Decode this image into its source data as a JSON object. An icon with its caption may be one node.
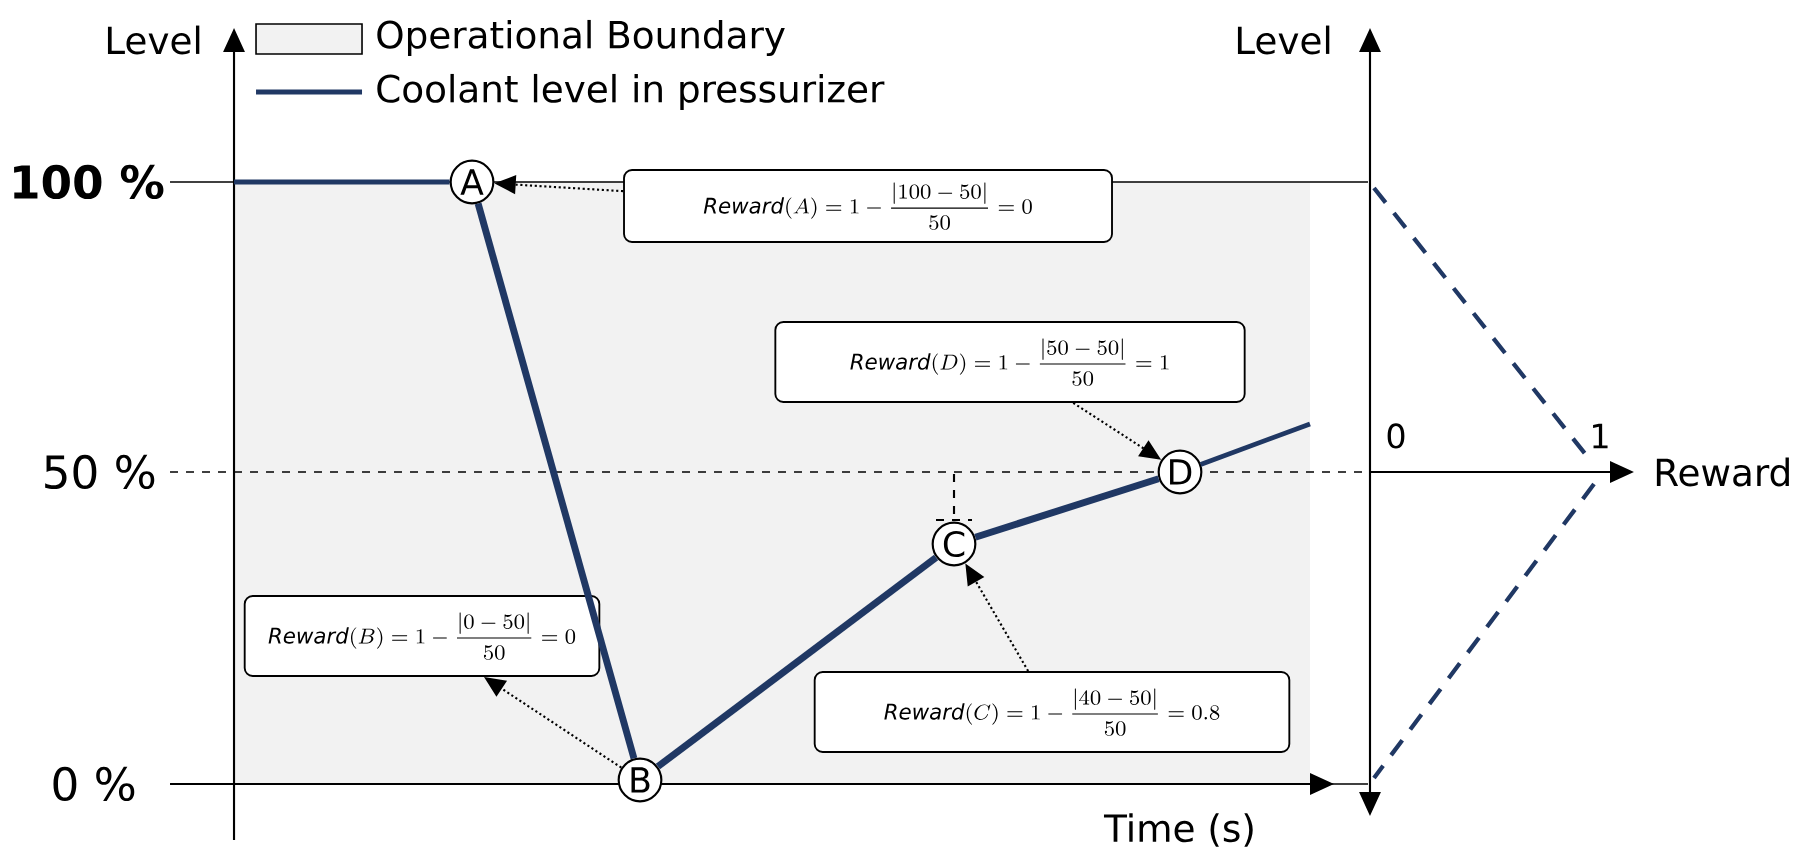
{
  "diagram": {
    "nodes": [
      {
        "text": [
          "A"
        ]
      },
      {
        "text": [
          "B"
        ]
      },
      {
        "text": [
          "C"
        ]
      },
      {
        "text": [
          "D"
        ]
      },
      {
        "text": [
          "\\mathit{Reward}(A) = 1 - \\frac{|100 - 50|}{50} = 0"
        ]
      },
      {
        "text": [
          "\\mathit{Reward}(B) = 1 - \\frac{|0 - 50|}{50} = 0"
        ]
      },
      {
        "text": [
          "\\mathit{Reward}(C) = 1 - \\frac{|40 - 50|}{50} = 0.8"
        ]
      },
      {
        "text": [
          "\\mathit{Reward}(D) = 1 - \\frac{|50 - 50|}{50} = 1"
        ]
      }
    ],
    "edges": [
      {
        "from": 0,
        "to": 1,
        "arrow": "none",
        "style": "thick",
        "color": "#203864"
      },
      {
        "from": 1,
        "to": 2,
        "arrow": "none",
        "style": "thick",
        "color": "#203864"
      },
      {
        "from": 2,
        "to": 3,
        "arrow": "none",
        "style": "thick",
        "color": "#203864"
      },
      {
        "from": 4,
        "to": 0,
        "arrow": "to",
        "style": "dashed"
      },
      {
        "from": 1,
        "to": 5,
        "arrow": "to",
        "style": "dashed"
      },
      {
        "from": 6,
        "to": 2,
        "arrow": "to",
        "style": "dashed"
      },
      {
        "from": 7,
        "to": 3,
        "arrow": "to",
        "style": "dashed"
      }
    ],
    "labels": [
      "Level",
      "Level",
      "100 %",
      "50 %",
      "0 %",
      "0",
      "1",
      "Reward",
      "Time (s)"
    ],
    "legend": [
      {
        "text": "Operational Boundary",
        "color": "#f2f2f2"
      },
      {
        "text": "Coolant level in pressurizer"
      }
    ]
  }
}
